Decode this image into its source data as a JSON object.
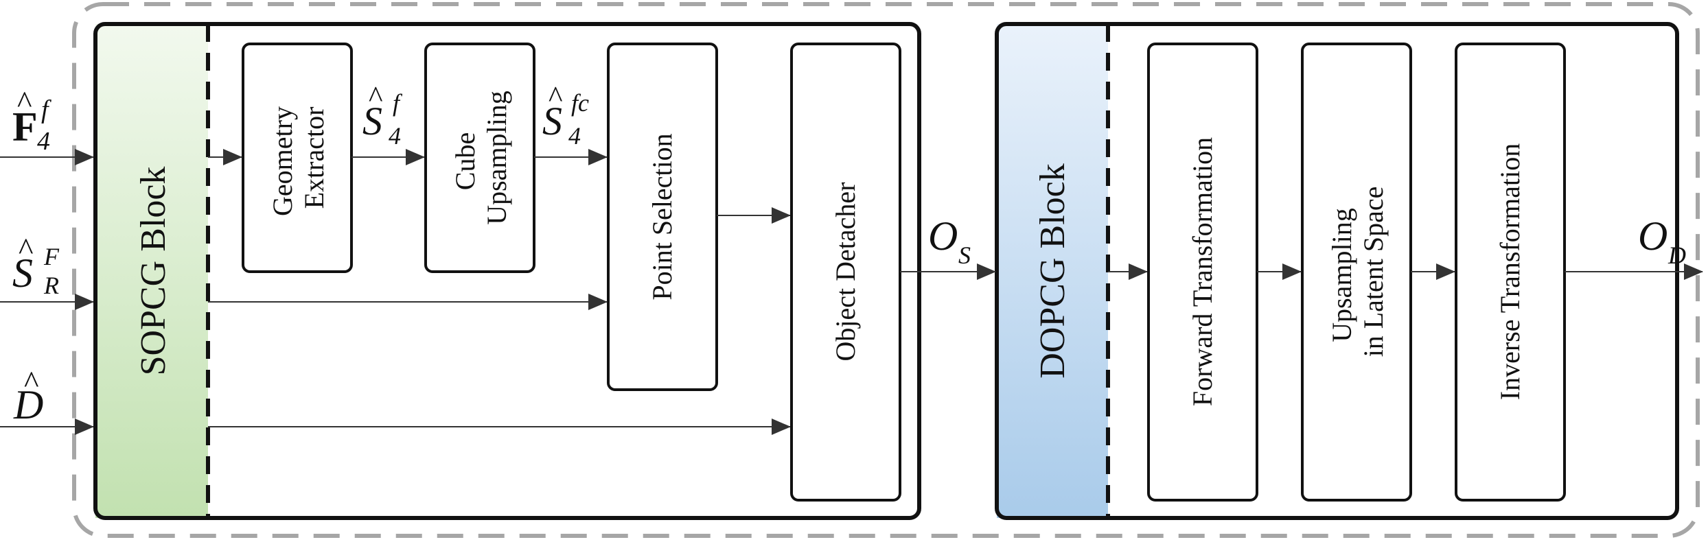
{
  "sopcg": {
    "title": "SOPCG Block",
    "gradient_top": "#f2f9ee",
    "gradient_bottom": "#c2e1b0"
  },
  "dopcg": {
    "title": "DOPCG Block",
    "gradient_top": "#eaf2fb",
    "gradient_bottom": "#a9cbea"
  },
  "boxes": {
    "geometry_extractor": [
      "Geometry",
      "Extractor"
    ],
    "cube_upsampling": [
      "Cube",
      "Upsampling"
    ],
    "point_selection": "Point Selection",
    "object_detacher": "Object Detacher",
    "forward_transformation": "Forward Transformation",
    "upsampling_latent": [
      "Upsampling",
      "in Latent Space"
    ],
    "inverse_transformation": "Inverse Transformation"
  },
  "inputs": {
    "f4": {
      "base": "F",
      "hat": "^",
      "sup": "f",
      "sub": "4"
    },
    "sr": {
      "base": "S",
      "hat": "^",
      "sup": "F",
      "sub": "R"
    },
    "d": {
      "base": "D",
      "hat": "^"
    }
  },
  "signals": {
    "s4f": {
      "base": "S",
      "hat": "^",
      "sup": "f",
      "sub": "4"
    },
    "s4fc": {
      "base": "S",
      "hat": "^",
      "sup": "fc",
      "sub": "4"
    },
    "os": {
      "base": "O",
      "sub": "S"
    },
    "od": {
      "base": "O",
      "sub": "D"
    }
  },
  "colors": {
    "stroke": "#111111",
    "arrow": "#333333",
    "outer_dash": "#a6a6a6"
  }
}
